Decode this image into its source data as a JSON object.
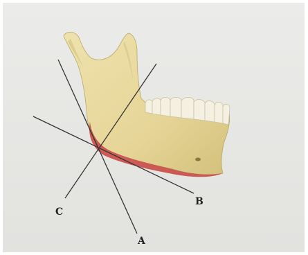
{
  "figure": {
    "background_color": "#e6e6e4",
    "bone_color": "#e8d9a0",
    "bone_shadow_color": "#cbb97a",
    "tooth_color": "#f4f0e2",
    "border_highlight_color": "#c94a45",
    "line_color": "#333333"
  },
  "labels": {
    "line_a": "A",
    "line_b": "B",
    "line_c": "C"
  }
}
